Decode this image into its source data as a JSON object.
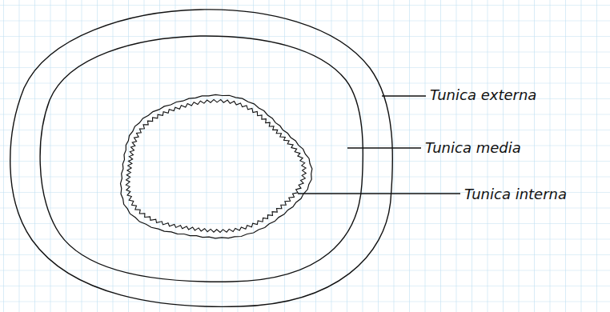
{
  "diagram": {
    "labels": [
      "Tunica externa",
      "Tunica media",
      "Tunica interna"
    ]
  }
}
